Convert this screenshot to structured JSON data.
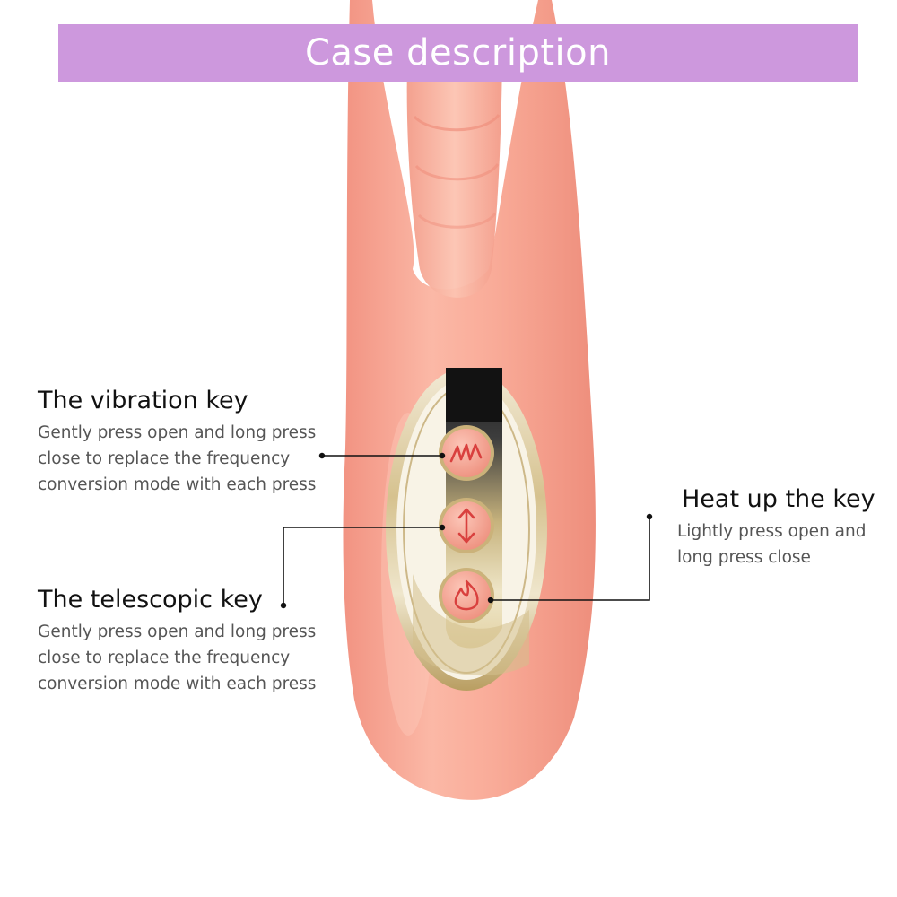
{
  "banner": {
    "title": "Case description"
  },
  "callouts": {
    "vibration": {
      "title": "The vibration key",
      "lines": [
        "Gently press open and long press",
        "close to replace the frequency",
        "conversion mode with each press"
      ]
    },
    "telescopic": {
      "title": "The telescopic key",
      "lines": [
        "Gently press open and long press",
        "close to replace the frequency",
        "conversion mode with each press"
      ]
    },
    "heat": {
      "title": "Heat up the key",
      "lines": [
        "Lightly press open and",
        "long press close"
      ]
    }
  },
  "icons": [
    "vibration-wave-icon",
    "up-down-arrow-icon",
    "flame-icon"
  ],
  "colors": {
    "banner": "#cd98dd",
    "body": "#f7a491",
    "body_highlight": "#fcc2b0",
    "button": "#f5a796",
    "button_icon": "#d9403e",
    "gold_frame": "#d8c79a"
  }
}
